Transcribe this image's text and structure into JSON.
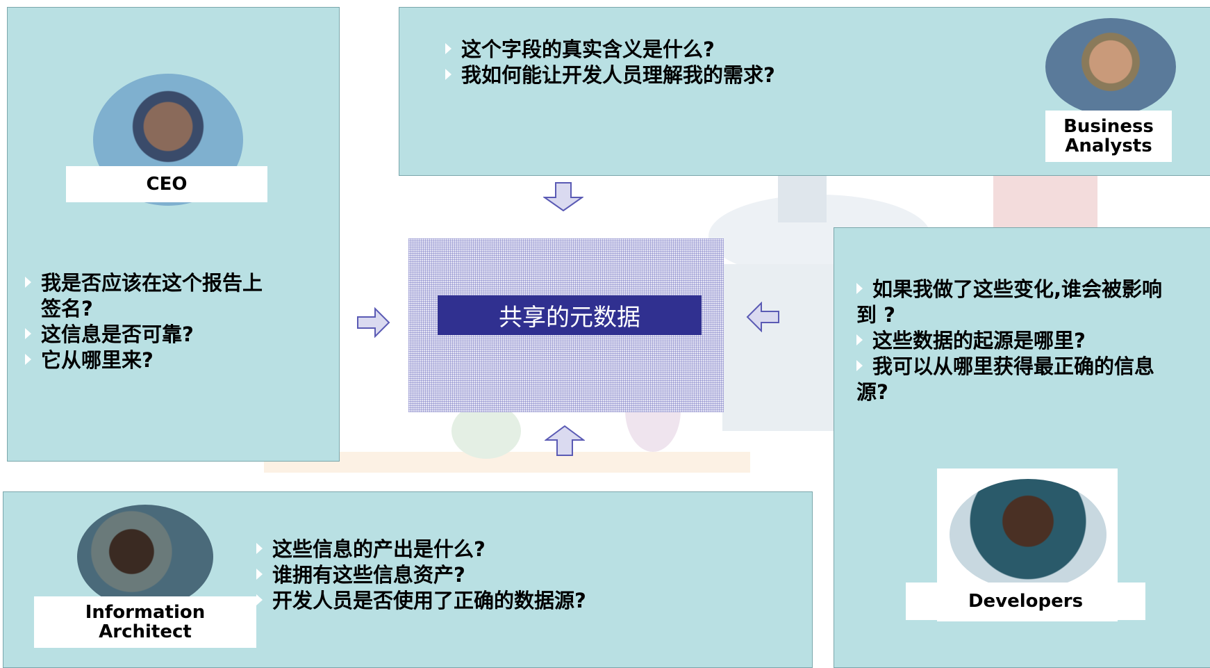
{
  "center": {
    "title": "共享的元数据"
  },
  "ceo": {
    "label": "CEO",
    "questions": [
      "我是否应该在这个报告上",
      "签名?",
      "这信息是否可靠?",
      "它从哪里来?"
    ]
  },
  "business_analysts": {
    "label_line1": "Business",
    "label_line2": "Analysts",
    "questions": [
      "这个字段的真实含义是什么?",
      "我如何能让开发人员理解我的需求?"
    ]
  },
  "developers": {
    "label": "Developers",
    "questions": [
      "如果我做了这些变化,谁会被影响",
      "到 ?",
      "这些数据的起源是哪里?",
      "我可以从哪里获得最正确的信息",
      "源?"
    ]
  },
  "information_architect": {
    "label_line1": "Information",
    "label_line2": "Architect",
    "questions": [
      "这些信息的产出是什么?",
      "谁拥有这些信息资产?",
      "开发人员是否使用了正确的数据源?"
    ]
  },
  "colors": {
    "panel": "#b9e0e3",
    "center_title_bg": "#303090",
    "arrow_outline": "#5a5ab4"
  }
}
